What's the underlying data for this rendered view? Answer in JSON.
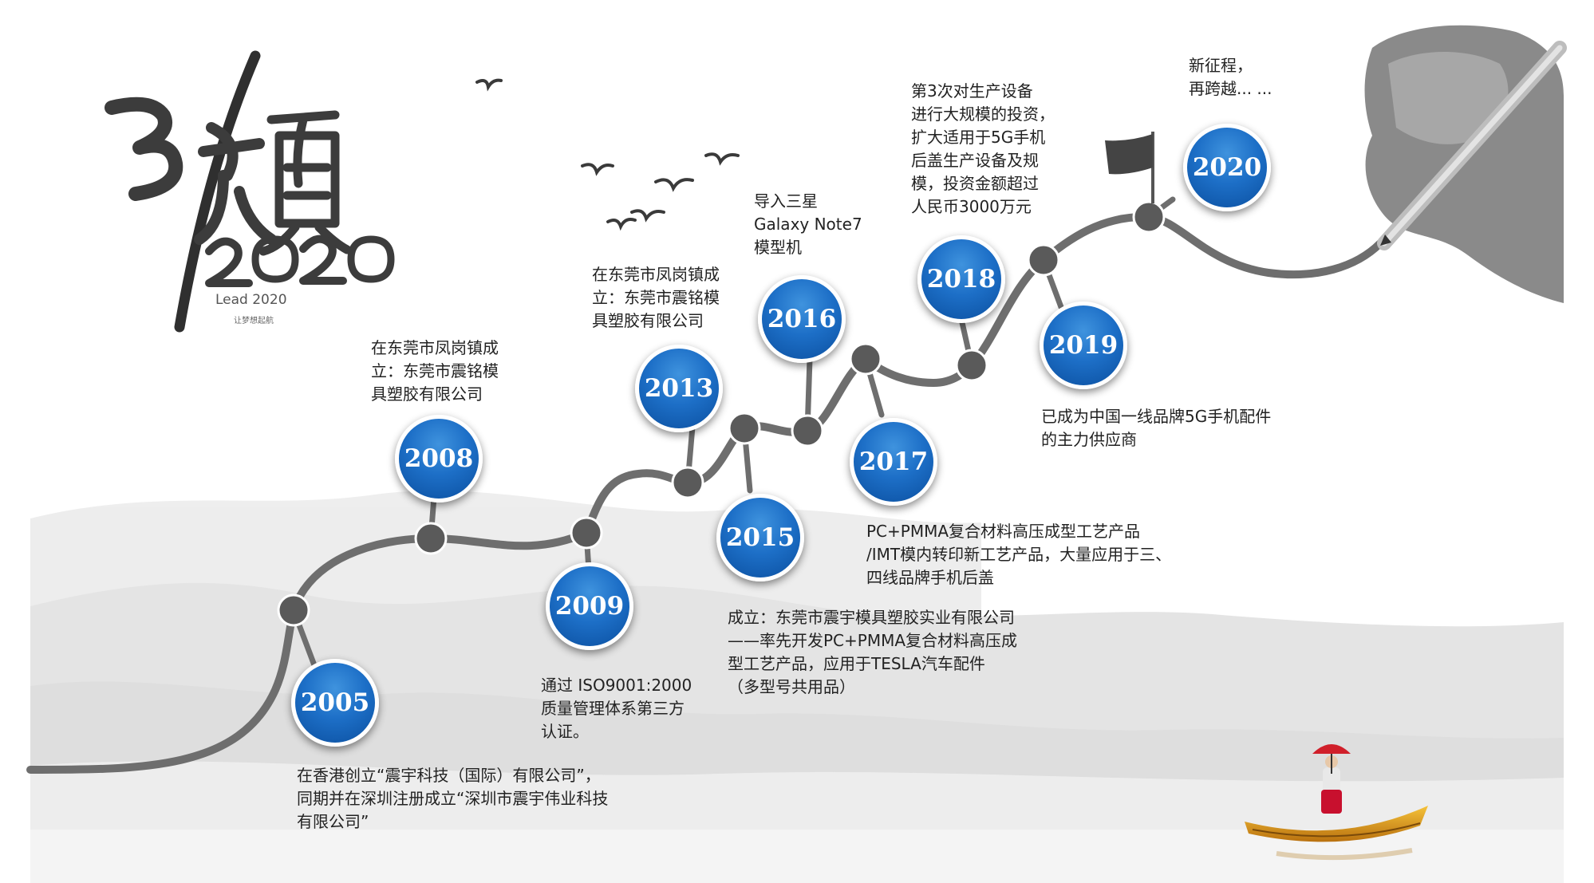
{
  "logo": {
    "title_cn": "引领",
    "year": "2020",
    "subtitle": "Lead 2020",
    "slogan": "让梦想起航"
  },
  "milestones": [
    {
      "year": "2005",
      "text": "在香港创立“震宇科技（国际）有限公司”，\n同期并在深圳注册成立“深圳市震宇伟业科技\n有限公司”"
    },
    {
      "year": "2008",
      "text": "在东莞市凤岗镇成\n立：东莞市震铭模\n具塑胶有限公司"
    },
    {
      "year": "2009",
      "text": "通过 ISO9001:2000\n质量管理体系第三方\n认证。"
    },
    {
      "year": "2013",
      "text": "在东莞市凤岗镇成\n立：东莞市震铭模\n具塑胶有限公司"
    },
    {
      "year": "2015",
      "text": "成立：东莞市震宇模具塑胶实业有限公司\n——率先开发PC+PMMA复合材料高压成\n型工艺产品，应用于TESLA汽车配件\n（多型号共用品）"
    },
    {
      "year": "2016",
      "text": "导入三星\nGalaxy Note7\n模型机"
    },
    {
      "year": "2017",
      "text": "PC+PMMA复合材料高压成型工艺产品\n/IMT模内转印新工艺产品，大量应用于三、\n四线品牌手机后盖"
    },
    {
      "year": "2018",
      "text": "第3次对生产设备\n进行大规模的投资，\n扩大适用于5G手机\n后盖生产设备及规\n模，投资金额超过\n人民币3000万元"
    },
    {
      "year": "2019",
      "text": "已成为中国一线品牌5G手机配件\n的主力供应商"
    },
    {
      "year": "2020",
      "text": "新征程，\n再跨越... ..."
    }
  ],
  "colors": {
    "circle_blue": "#1d6fc7",
    "road_gray": "#6e6e6e",
    "node_gray": "#5a5a5a",
    "text": "#222222"
  }
}
